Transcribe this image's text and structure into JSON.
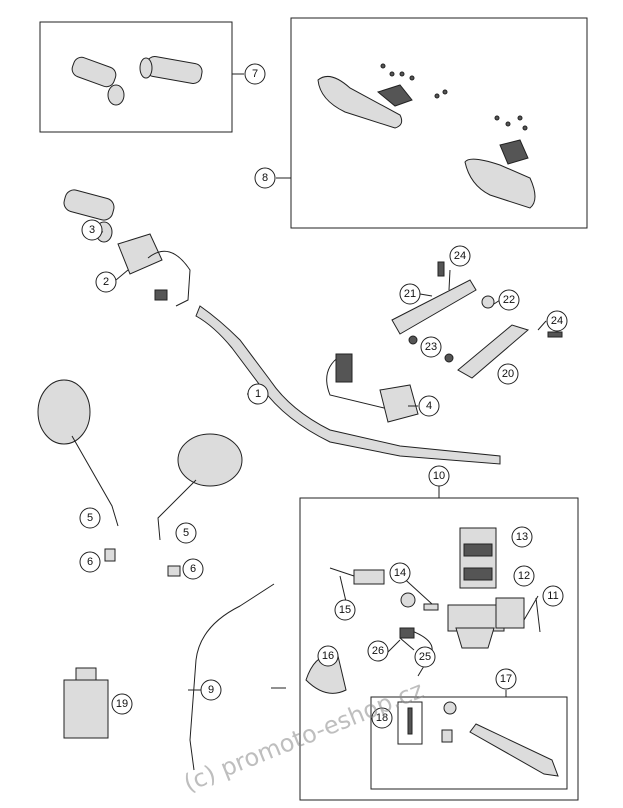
{
  "callouts": {
    "c1": "1",
    "c2": "2",
    "c3": "3",
    "c4": "4",
    "c5a": "5",
    "c5b": "5",
    "c6a": "6",
    "c6b": "6",
    "c7": "7",
    "c8": "8",
    "c9": "9",
    "c10": "10",
    "c11": "11",
    "c12": "12",
    "c13": "13",
    "c14": "14",
    "c15": "15",
    "c16": "16",
    "c17": "17",
    "c18": "18",
    "c19": "19",
    "c20": "20",
    "c21": "21",
    "c22": "22",
    "c23": "23",
    "c24a": "24",
    "c24b": "24",
    "c25": "25",
    "c26": "26"
  },
  "watermark": "(c) promoto-eshop.cz"
}
